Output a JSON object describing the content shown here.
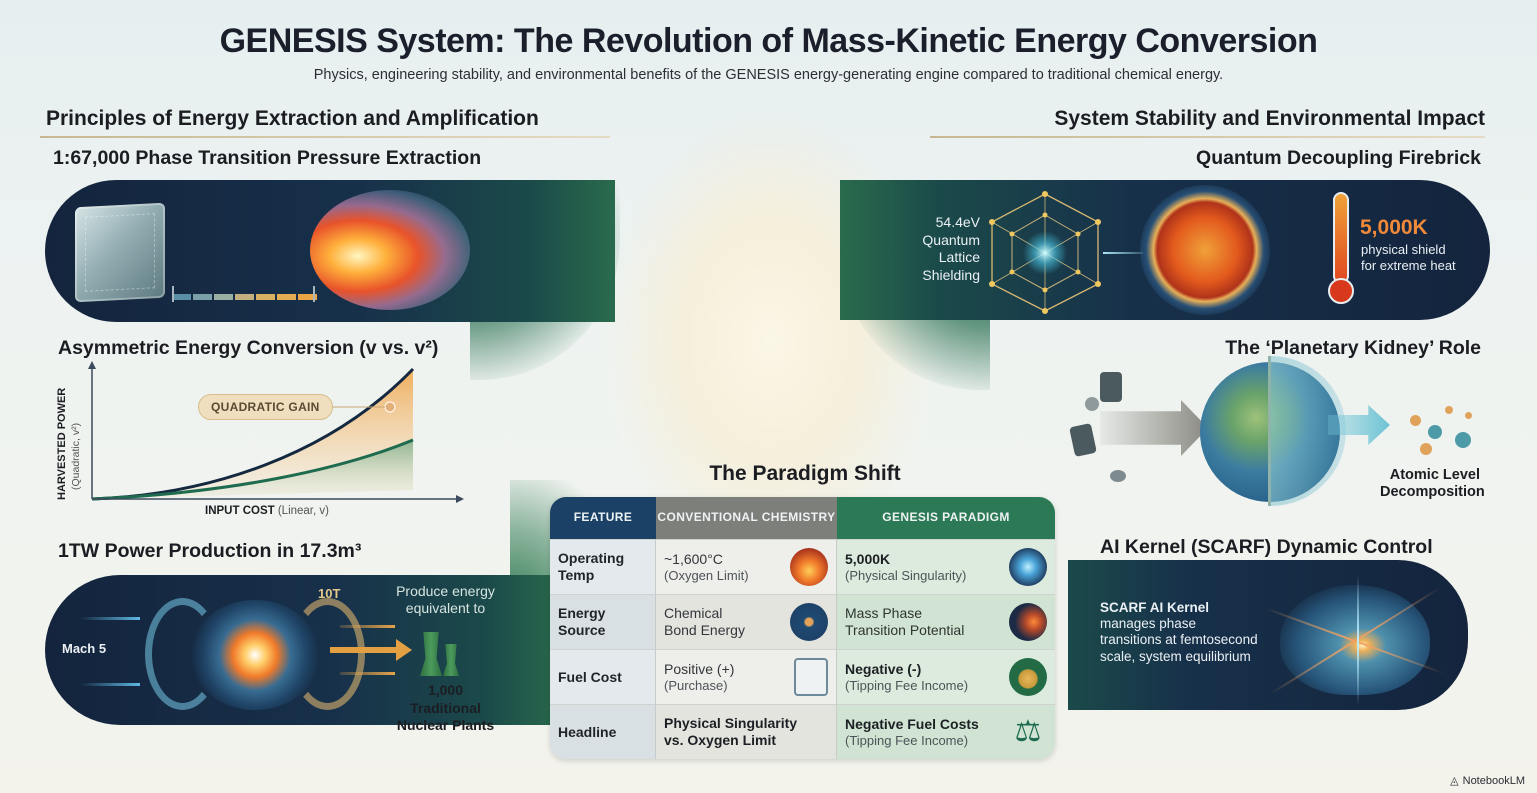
{
  "header": {
    "title": "GENESIS System: The Revolution of Mass-Kinetic Energy Conversion",
    "subtitle": "Physics, engineering stability, and environmental benefits of the GENESIS energy-generating engine compared to traditional chemical energy."
  },
  "left_section": {
    "heading": "Principles of Energy Extraction and Amplification",
    "phase_extraction": {
      "title": "1:67,000 Phase Transition Pressure Extraction",
      "icons": [
        "ice-cube-icon",
        "explosion-icon",
        "pressure-scale-bar"
      ],
      "scale_colors": [
        "#5a8fa8",
        "#7aa0a8",
        "#9aafa3",
        "#c4b07f",
        "#d8b061",
        "#e4ad53",
        "#eca445"
      ]
    },
    "asymmetric": {
      "title": "Asymmetric Energy Conversion (v vs. v²)",
      "y_label": "HARVESTED POWER",
      "y_sublabel": "(Quadratic, v²)",
      "x_label": "INPUT COST",
      "x_sublabel": "(Linear, v)",
      "callout": "QUADRATIC GAIN"
    },
    "power": {
      "title": "1TW Power Production in 17.3m³",
      "mach_label": "Mach 5",
      "field_label": "10T",
      "equiv_text": "Produce energy equivalent to",
      "plants_count": "1,000",
      "plants_label": "Traditional Nuclear Plants"
    }
  },
  "right_section": {
    "heading": "System Stability and Environmental Impact",
    "firebrick": {
      "title": "Quantum Decoupling Firebrick",
      "lattice_label": "54.4eV Quantum Lattice Shielding",
      "temp_value": "5,000K",
      "temp_desc": "physical shield for extreme heat"
    },
    "kidney": {
      "title": "The ‘Planetary Kidney’ Role",
      "result_label": "Atomic Level Decomposition"
    },
    "ai_kernel": {
      "title": "AI Kernel (SCARF) Dynamic Control",
      "desc_bold": "SCARF AI Kernel",
      "desc": "manages phase transitions at femtosecond scale, system equilibrium"
    }
  },
  "paradigm": {
    "title": "The Paradigm Shift",
    "columns": [
      "FEATURE",
      "CONVENTIONAL CHEMISTRY",
      "GENESIS PARADIGM"
    ],
    "rows": [
      {
        "feature": "Operating Temp",
        "conv_main": "~1,600°C",
        "conv_sub": "(Oxygen Limit)",
        "conv_icon": "fire-icon",
        "gen_main": "5,000K",
        "gen_sub": "(Physical Singularity)",
        "gen_icon": "lattice-core-icon"
      },
      {
        "feature": "Energy Source",
        "conv_main": "Chemical",
        "conv_sub": "Bond Energy",
        "conv_icon": "molecule-icon",
        "gen_main": "Mass Phase",
        "gen_sub": "Transition Potential",
        "gen_icon": "phase-transition-icon"
      },
      {
        "feature": "Fuel Cost",
        "conv_main": "Positive (+)",
        "conv_sub": "(Purchase)",
        "conv_icon": "invoice-icon",
        "gen_main": "Negative (-)",
        "gen_sub": "(Tipping Fee Income)",
        "gen_icon": "money-bag-icon"
      },
      {
        "feature": "Headline",
        "conv_main": "Physical Singularity",
        "conv_sub": "vs. Oxygen Limit",
        "conv_icon": "",
        "gen_main": "Negative Fuel Costs",
        "gen_sub": "(Tipping Fee Income)",
        "gen_icon": "balance-scale-icon"
      }
    ],
    "colors": {
      "feature_header": "#1b4166",
      "conventional_header": "#7c7f7a",
      "genesis_header": "#2c7a55"
    }
  },
  "watermark": "NotebookLM"
}
